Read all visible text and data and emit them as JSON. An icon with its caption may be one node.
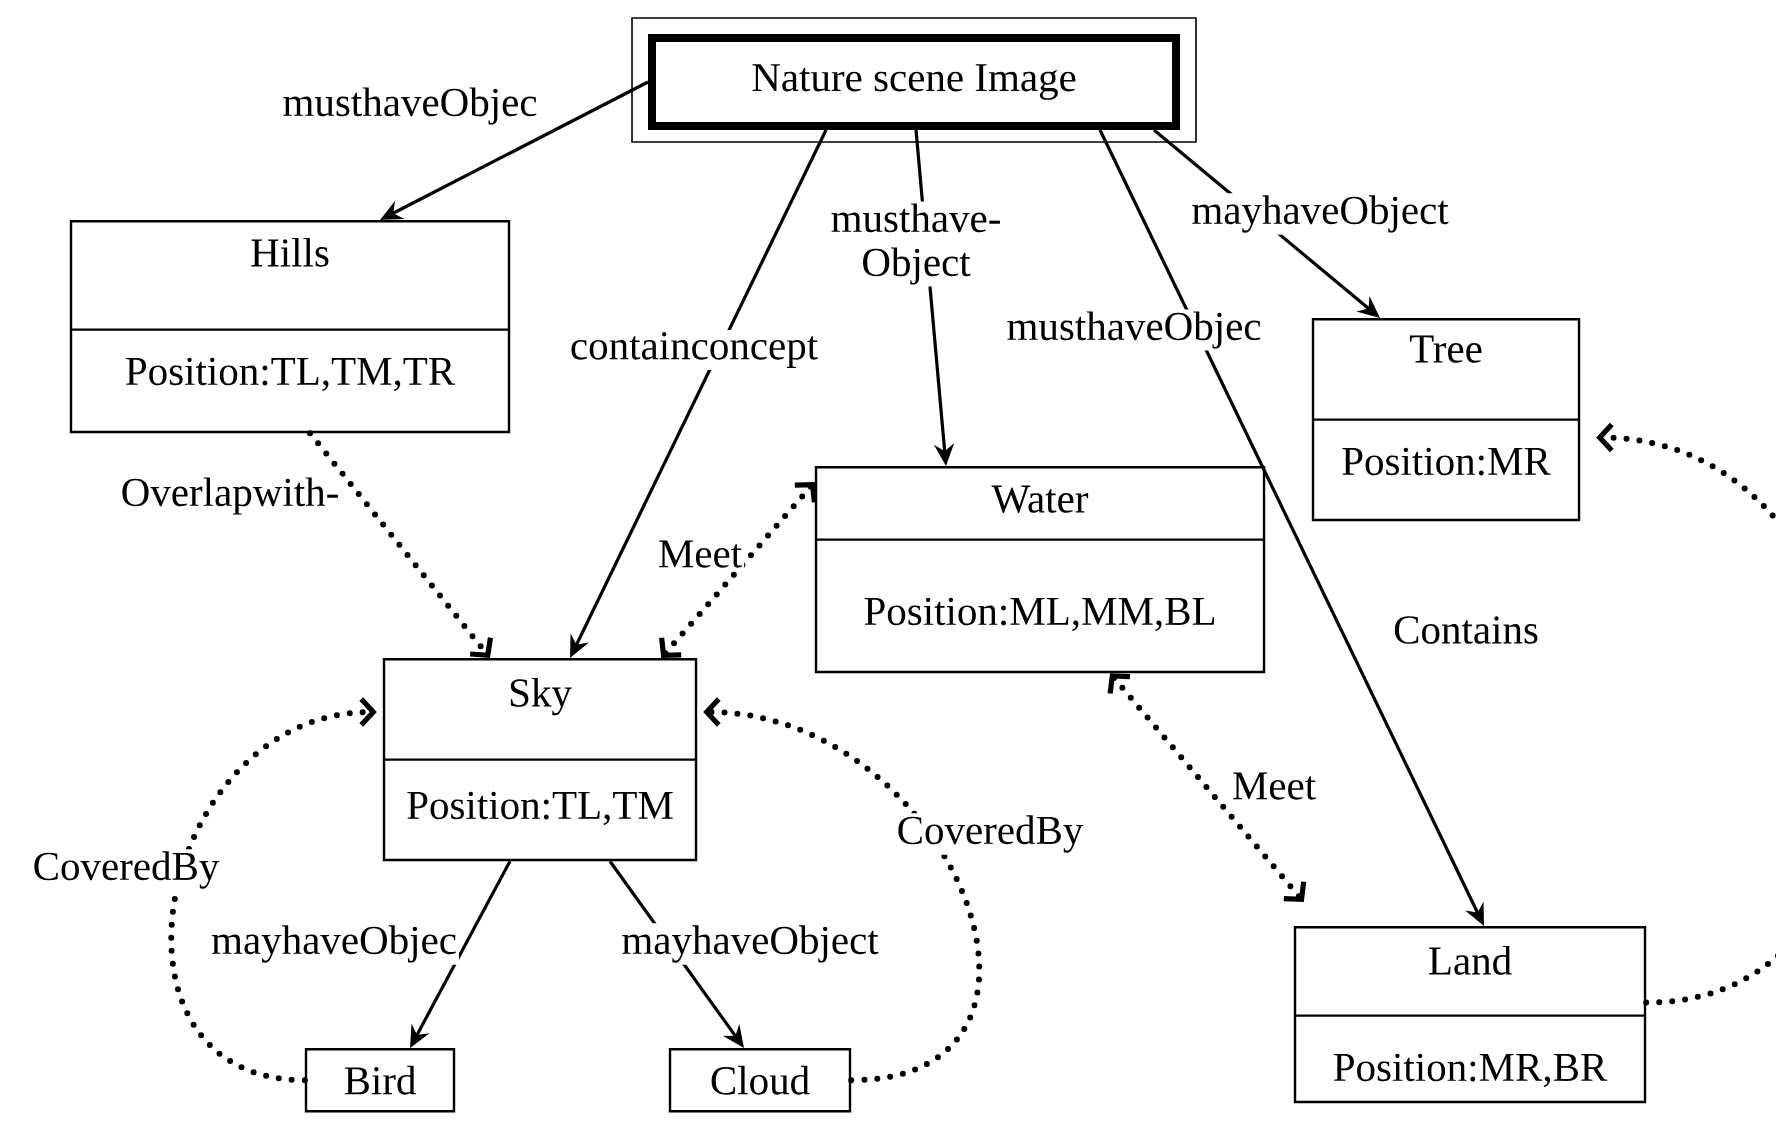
{
  "diagram": {
    "nodes": [
      {
        "text": [
          "Nature scene Image"
        ]
      },
      {
        "text": [
          "Hills",
          "Position:TL,TM,TR"
        ]
      },
      {
        "text": [
          "Tree",
          "Position:MR"
        ]
      },
      {
        "text": [
          "Water",
          "Position:ML,MM,BL"
        ]
      },
      {
        "text": [
          "Sky",
          "Position:TL,TM"
        ]
      },
      {
        "text": [
          "Land",
          "Position:MR,BR"
        ]
      },
      {
        "text": [
          "Bird"
        ]
      },
      {
        "text": [
          "Cloud"
        ]
      }
    ],
    "edges": [
      {
        "from": 0,
        "to": 1,
        "arrow": "to",
        "label": "musthaveObjec"
      },
      {
        "from": 0,
        "to": 4,
        "arrow": "to",
        "label": "containconcept"
      },
      {
        "from": 0,
        "to": 3,
        "arrow": "to",
        "label": "musthave- Object"
      },
      {
        "from": 0,
        "to": 5,
        "arrow": "to",
        "label": "musthaveObjec"
      },
      {
        "from": 0,
        "to": 2,
        "arrow": "to",
        "label": "mayhaveObject"
      },
      {
        "from": 1,
        "to": 4,
        "arrow": "to",
        "label": "Overlapwith-",
        "style": "dashed"
      },
      {
        "from": 3,
        "to": 4,
        "arrow": "both",
        "label": "Meet",
        "style": "dashed"
      },
      {
        "from": 3,
        "to": 5,
        "arrow": "both",
        "label": "Meet",
        "style": "dashed"
      },
      {
        "from": 6,
        "to": 4,
        "arrow": "to",
        "label": "CoveredBy",
        "style": "dashed"
      },
      {
        "from": 7,
        "to": 4,
        "arrow": "to",
        "label": "CoveredBy",
        "style": "dashed"
      },
      {
        "from": 5,
        "to": 2,
        "arrow": "to",
        "style": "dashed"
      },
      {
        "from": 4,
        "to": 6,
        "arrow": "to",
        "label": "mayhaveObjec"
      },
      {
        "from": 4,
        "to": 7,
        "arrow": "to",
        "label": "mayhaveObject"
      }
    ],
    "labels": [
      "Contains"
    ]
  }
}
